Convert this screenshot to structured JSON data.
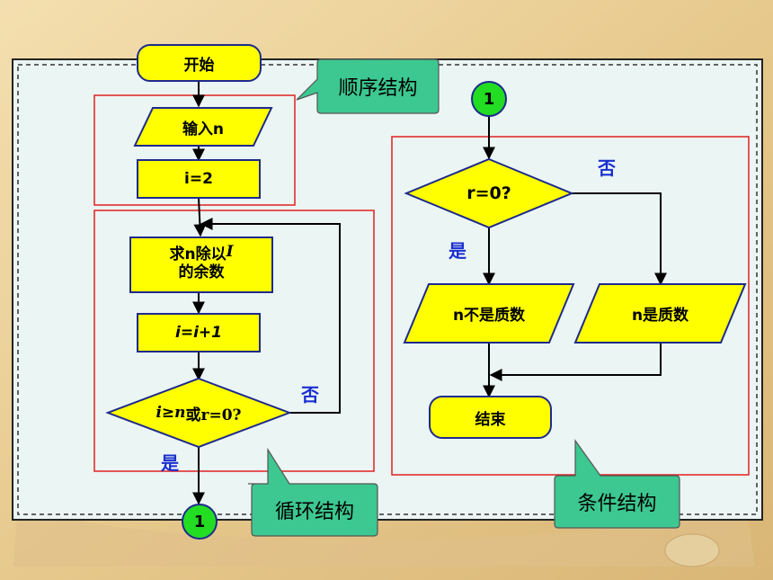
{
  "left_flow": {
    "start": "开始",
    "input": "输入n",
    "init": "i=2",
    "remainder_line1": "求n除以",
    "remainder_var": "I",
    "remainder_line2": "的余数",
    "increment": "i=i+1",
    "loop_cond_part1": "i≥n",
    "loop_cond_part2": "或r=0?",
    "yes": "是",
    "no": "否",
    "connector": "1"
  },
  "right_flow": {
    "connector": "1",
    "cond": "r=0?",
    "yes": "是",
    "no": "否",
    "not_prime": "n不是质数",
    "prime": "n是质数",
    "end": "结束"
  },
  "callouts": {
    "sequence": "顺序结构",
    "loop": "循环结构",
    "condition": "条件结构"
  },
  "colors": {
    "shape_fill": "#ffff00",
    "shape_stroke": "#1e2a8c",
    "connector_fill": "#22dd22",
    "callout_fill": "#3cc890",
    "region_border": "#e02020",
    "panel_bg": "#eef6f4",
    "label_blue": "#1a2fd0"
  }
}
